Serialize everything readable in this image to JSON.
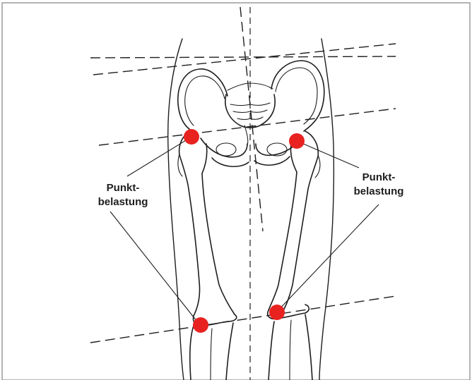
{
  "labels": {
    "left_line1": "Punkt-",
    "left_line2": "belastung",
    "right_line1": "Punkt-",
    "right_line2": "belastung"
  },
  "colors": {
    "load_point": "#e8231f",
    "line": "#1e1e1e",
    "frame": "#9a9a9a",
    "background": "#ffffff"
  },
  "icons": [
    "load-point-marker"
  ]
}
